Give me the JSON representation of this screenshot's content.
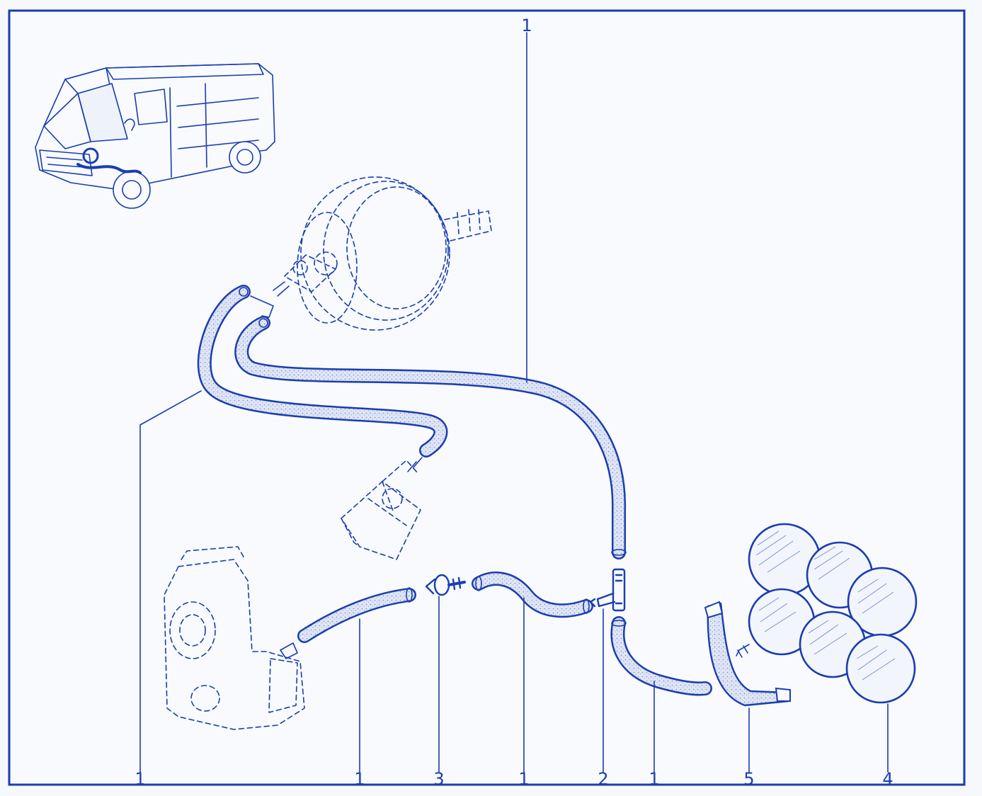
{
  "callouts": {
    "top": "1",
    "bottom": [
      "1",
      "1",
      "3",
      "1",
      "2",
      "1",
      "5",
      "4"
    ]
  },
  "colors": {
    "ink": "#1a3db0",
    "paper": "#f6f8fb",
    "hose_fill": "#d9e0f2"
  }
}
